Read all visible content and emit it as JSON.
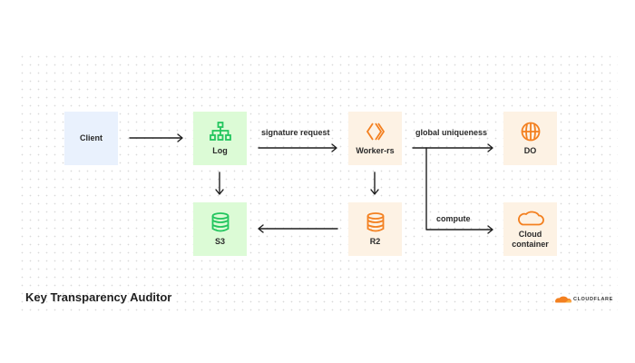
{
  "diagram": {
    "title": "Key Transparency Auditor",
    "brand": "CLOUDFLARE",
    "colors": {
      "client_bg": "#e9f1fd",
      "green_bg": "#dcfbd6",
      "green_icon": "#22c55e",
      "orange_bg": "#fdf2e4",
      "orange_icon": "#f38020",
      "arrow": "#1f1f1f"
    },
    "nodes": [
      {
        "id": "client",
        "label": "Client",
        "icon": null
      },
      {
        "id": "log",
        "label": "Log",
        "icon": "hierarchy-icon"
      },
      {
        "id": "worker",
        "label": "Worker-rs",
        "icon": "workers-chevron-icon"
      },
      {
        "id": "do",
        "label": "DO",
        "icon": "globe-icon"
      },
      {
        "id": "s3",
        "label": "S3",
        "icon": "database-icon"
      },
      {
        "id": "r2",
        "label": "R2",
        "icon": "database-icon"
      },
      {
        "id": "container",
        "label_line1": "Cloud",
        "label_line2": "container",
        "icon": "cloud-icon"
      }
    ],
    "edges": [
      {
        "from": "client",
        "to": "log",
        "label": ""
      },
      {
        "from": "log",
        "to": "worker",
        "label": "signature request"
      },
      {
        "from": "worker",
        "to": "do",
        "label": "global uniqueness"
      },
      {
        "from": "worker",
        "to": "container",
        "label": "compute"
      },
      {
        "from": "log",
        "to": "s3",
        "label": ""
      },
      {
        "from": "worker",
        "to": "r2",
        "label": ""
      },
      {
        "from": "r2",
        "to": "s3",
        "label": ""
      }
    ]
  }
}
